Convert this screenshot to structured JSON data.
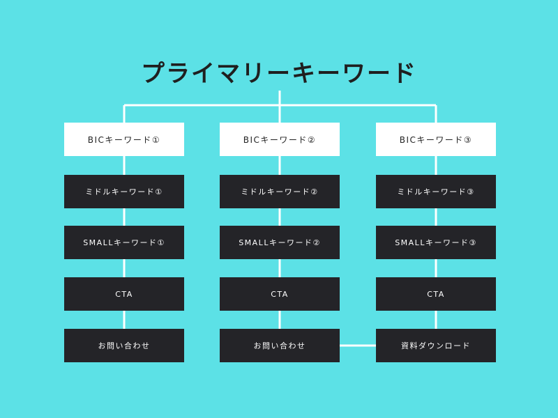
{
  "title": "プライマリーキーワード",
  "columns": [
    {
      "big": "BICキーワード①",
      "middle": "ミドルキーワード①",
      "small": "SMALLキーワード①",
      "cta": "CTA",
      "conversion": "お問い合わせ"
    },
    {
      "big": "BICキーワード②",
      "middle": "ミドルキーワード②",
      "small": "SMALLキーワード②",
      "cta": "CTA",
      "conversion": "お問い合わせ"
    },
    {
      "big": "BICキーワード③",
      "middle": "ミドルキーワード③",
      "small": "SMALLキーワード③",
      "cta": "CTA",
      "conversion": "資料ダウンロード"
    }
  ],
  "colors": {
    "background": "#5ce1e6",
    "connector": "#ffffff",
    "box_dark": "#242428",
    "box_light": "#ffffff",
    "title_text": "#1f1f1f"
  }
}
